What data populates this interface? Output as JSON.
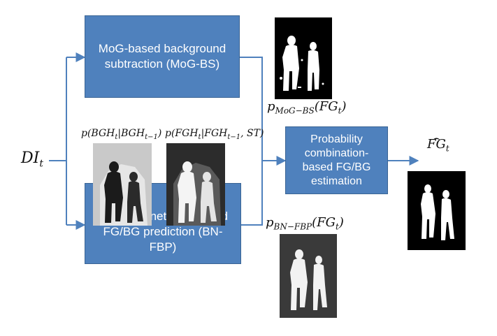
{
  "input_label": "DI",
  "input_sub": "t",
  "output_label": "FG",
  "output_sub": "t",
  "boxes": {
    "mog": "MoG-based background\nsubtraction (MoG-BS)",
    "bn": "Bayesian network-based\nFG/BG prediction (BN-FBP)",
    "comb": "Probability\ncombination-\nbased FG/BG\nestimation"
  },
  "labels": {
    "p_mog": {
      "p": "p",
      "sub": "MoG−BS",
      "arg": "(FG",
      "arg_sub": "t",
      "end": ")"
    },
    "p_bn": {
      "p": "p",
      "sub": "BN−FBP",
      "arg": "(FG",
      "arg_sub": "t",
      "end": ")"
    },
    "p_bgh": {
      "pre": "p(BGH",
      "s1": "t",
      "mid": "|BGH",
      "s2": "t−1",
      "end": ")"
    },
    "p_fgh": {
      "pre": "p(FGH",
      "s1": "t",
      "mid": "|FGH",
      "s2": "t−1",
      "tail": ", ST)"
    }
  },
  "colors": {
    "box_fill": "#4f81bd",
    "box_border": "#3a6494",
    "arrow": "#4f81bd",
    "box_text": "#ffffff"
  }
}
